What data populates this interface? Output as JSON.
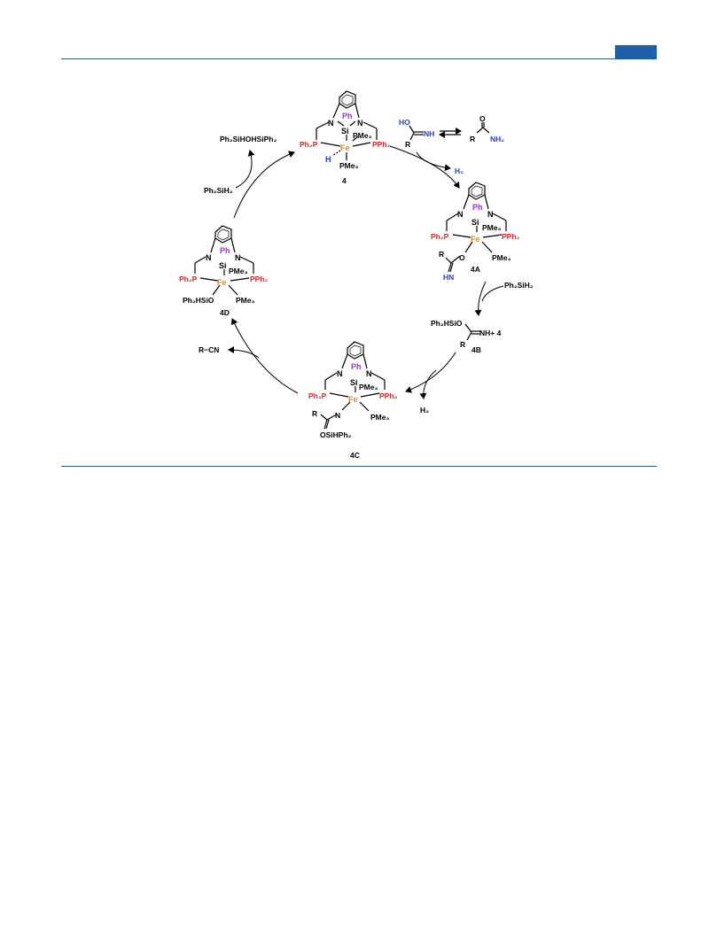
{
  "colors": {
    "accent": "#1f5fa8",
    "rule": "#2a5e8a",
    "phosphorus": "#e0252b",
    "iron": "#e08a1e",
    "phenyl": "#9b30d9",
    "nitrogen_hydrogen": "#1f3fd6",
    "bond": "#000000"
  },
  "complex_labels": {
    "c4": "4",
    "c4A": "4A",
    "c4B": "4B",
    "c4C": "4C",
    "c4D": "4D"
  },
  "atom_labels": {
    "N": "N",
    "Si": "Si",
    "Fe": "Fe",
    "Ph": "Ph",
    "Ph2P": "Ph₂P",
    "PPh2": "PPh₂",
    "PMe3": "PMe₃",
    "H": "H",
    "R": "R",
    "O": "O",
    "HN": "HN",
    "NH2": "NH₂",
    "HO": "HO",
    "NH": "NH"
  },
  "reagents": {
    "ph2sihohsiph2": "Ph₂SiHOHSiPh₂",
    "ph2sih2": "Ph₂SiH₂",
    "h2": "H₂",
    "nitrile": "R−CN",
    "ph2hsio": "Ph₂HSiO",
    "osihph2": "OSiHPh₂",
    "nh_plus_4": "NH+ 4"
  }
}
